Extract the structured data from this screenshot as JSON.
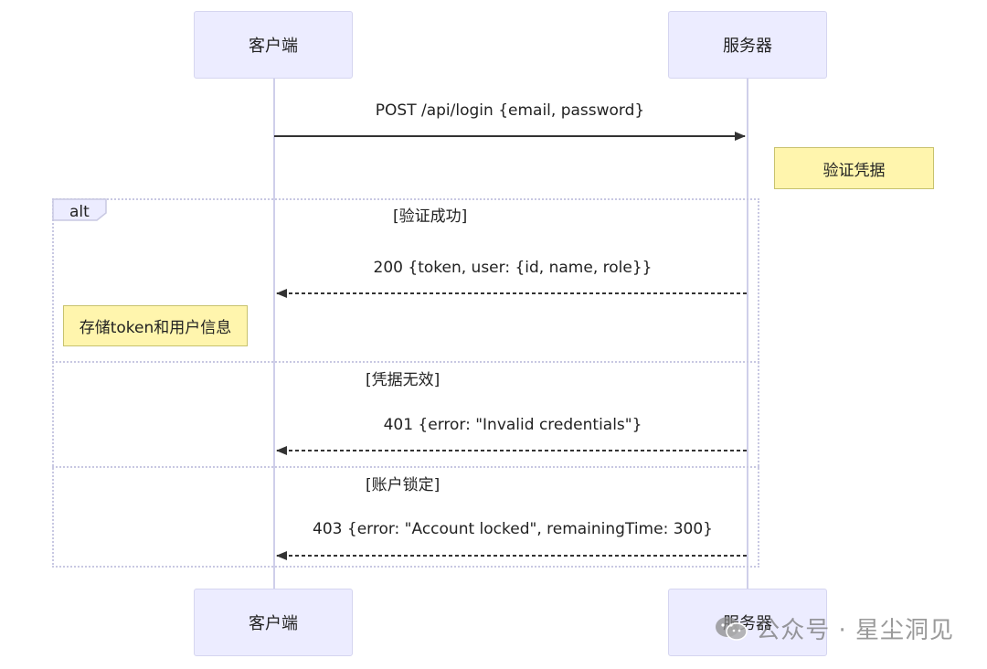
{
  "actors": {
    "client": "客户端",
    "server": "服务器"
  },
  "messages": {
    "login_request": "POST /api/login {email, password}",
    "success_response": "200 {token, user: {id, name, role}}",
    "invalid_response": "401 {error: \"Invalid credentials\"}",
    "locked_response": "403 {error: \"Account locked\", remainingTime: 300}"
  },
  "notes": {
    "verify": "验证凭据",
    "store": "存储token和用户信息"
  },
  "alt": {
    "label": "alt",
    "branches": [
      "[验证成功]",
      "[凭据无效]",
      "[账户锁定]"
    ]
  },
  "watermark": {
    "text": "公众号 · 星尘洞见",
    "icon": "wechat-icon"
  },
  "colors": {
    "actor_fill": "#ECECFF",
    "lifeline": "#CFCFEA",
    "note_fill": "#FFF5AD",
    "arrow": "#333333"
  }
}
